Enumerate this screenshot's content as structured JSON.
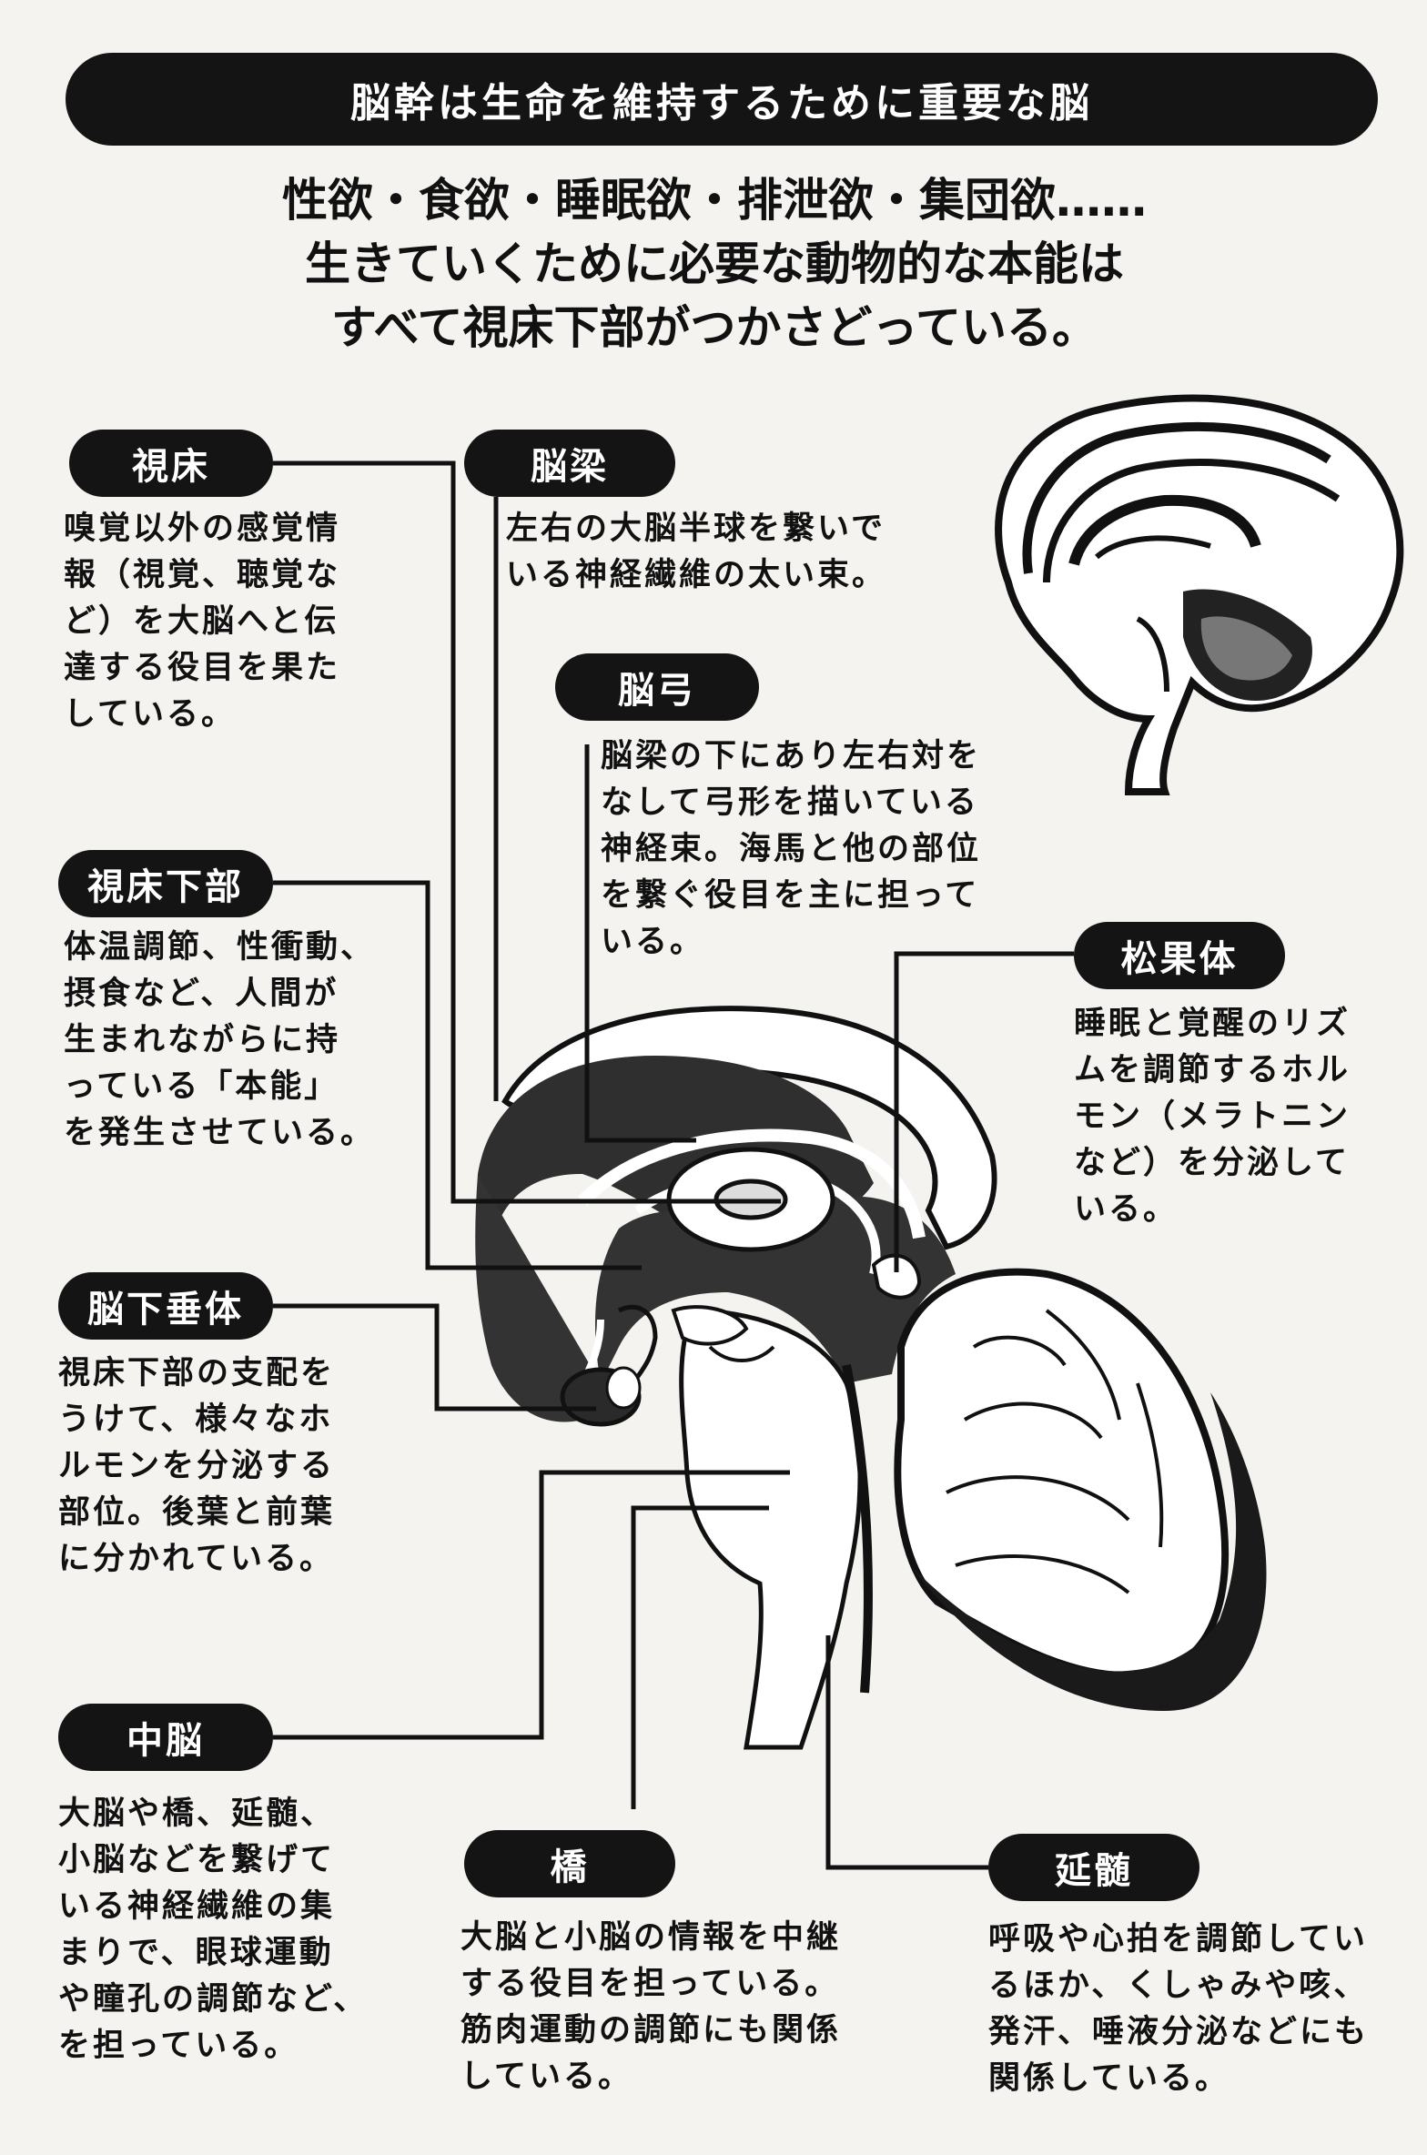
{
  "banner": {
    "title": "脳幹は生命を維持するために重要な脳"
  },
  "intro": {
    "lines": [
      "性欲・食欲・睡眠欲・排泄欲・集団欲……",
      "生きていくために必要な動物的な本能は",
      "すべて視床下部がつかさどっている。"
    ]
  },
  "labels": {
    "thalamus": {
      "name": "視床",
      "lines": [
        "嗅覚以外の感覚情",
        "報（視覚、聴覚な",
        "ど）を大脳へと伝",
        "達する役目を果た",
        "している。"
      ]
    },
    "corpus_callosum": {
      "name": "脳梁",
      "lines": [
        "左右の大脳半球を繋いで",
        "いる神経繊維の太い束。"
      ]
    },
    "fornix": {
      "name": "脳弓",
      "lines": [
        "脳梁の下にあり左右対を",
        "なして弓形を描いている",
        "神経束。海馬と他の部位",
        "を繋ぐ役目を主に担って",
        "いる。"
      ]
    },
    "hypothalamus": {
      "name": "視床下部",
      "lines": [
        "体温調節、性衝動、",
        "摂食など、人間が",
        "生まれながらに持",
        "っている「本能」",
        "を発生させている。"
      ]
    },
    "pineal": {
      "name": "松果体",
      "lines": [
        "睡眠と覚醒のリズ",
        "ムを調節するホル",
        "モン（メラトニン",
        "など）を分泌して",
        "いる。"
      ]
    },
    "pituitary": {
      "name": "脳下垂体",
      "lines": [
        "視床下部の支配を",
        "うけて、様々なホ",
        "ルモンを分泌する",
        "部位。後葉と前葉",
        "に分かれている。"
      ]
    },
    "midbrain": {
      "name": "中脳",
      "lines": [
        "大脳や橋、延髄、",
        "小脳などを繋げて",
        "いる神経繊維の集",
        "まりで、眼球運動",
        "や瞳孔の調節など、",
        "を担っている。"
      ]
    },
    "pons": {
      "name": "橋",
      "lines": [
        "大脳と小脳の情報を中継",
        "する役目を担っている。",
        "筋肉運動の調節にも関係",
        "している。"
      ]
    },
    "medulla": {
      "name": "延髄",
      "lines": [
        "呼吸や心拍を調節してい",
        "るほか、くしゃみや咳、",
        "発汗、唾液分泌などにも",
        "関係している。"
      ]
    }
  },
  "colors": {
    "ink": "#141414",
    "paper": "#f4f3ef",
    "shade": "#3a3a3a",
    "light": "#ffffff"
  }
}
